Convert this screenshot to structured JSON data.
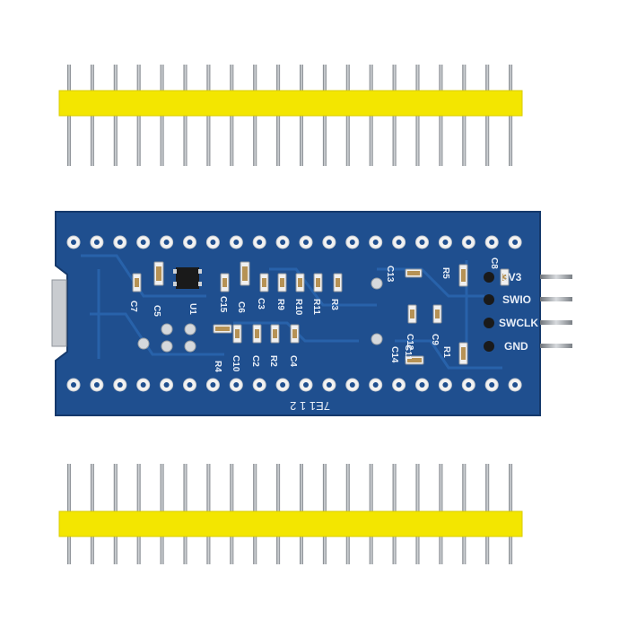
{
  "board": {
    "colors": {
      "pcb": "#1f4f8f",
      "pcb_edge": "#15396b",
      "silk": "#e8eef7",
      "pad": "#f2f2f2",
      "header_plastic": "#f3e600",
      "pin_metal": "#9aa0a6"
    },
    "swd_labels": [
      "3V3",
      "SWIO",
      "SWCLK",
      "GND"
    ],
    "silk_labels": {
      "c7": "C7",
      "c5": "C5",
      "u1": "U1",
      "c15": "C15",
      "c6": "C6",
      "c3": "C3",
      "r9": "R9",
      "r10": "R10",
      "r11": "R11",
      "r3": "R3",
      "r4": "R4",
      "c10": "C10",
      "c2": "C2",
      "r2": "R2",
      "c4": "C4",
      "c13": "C13",
      "r5": "R5",
      "c8": "C8",
      "c12": "C12",
      "c9": "C9",
      "r1": "R1",
      "c14": "C14",
      "c11": "C11"
    },
    "date_code": "7E1 1 2"
  }
}
